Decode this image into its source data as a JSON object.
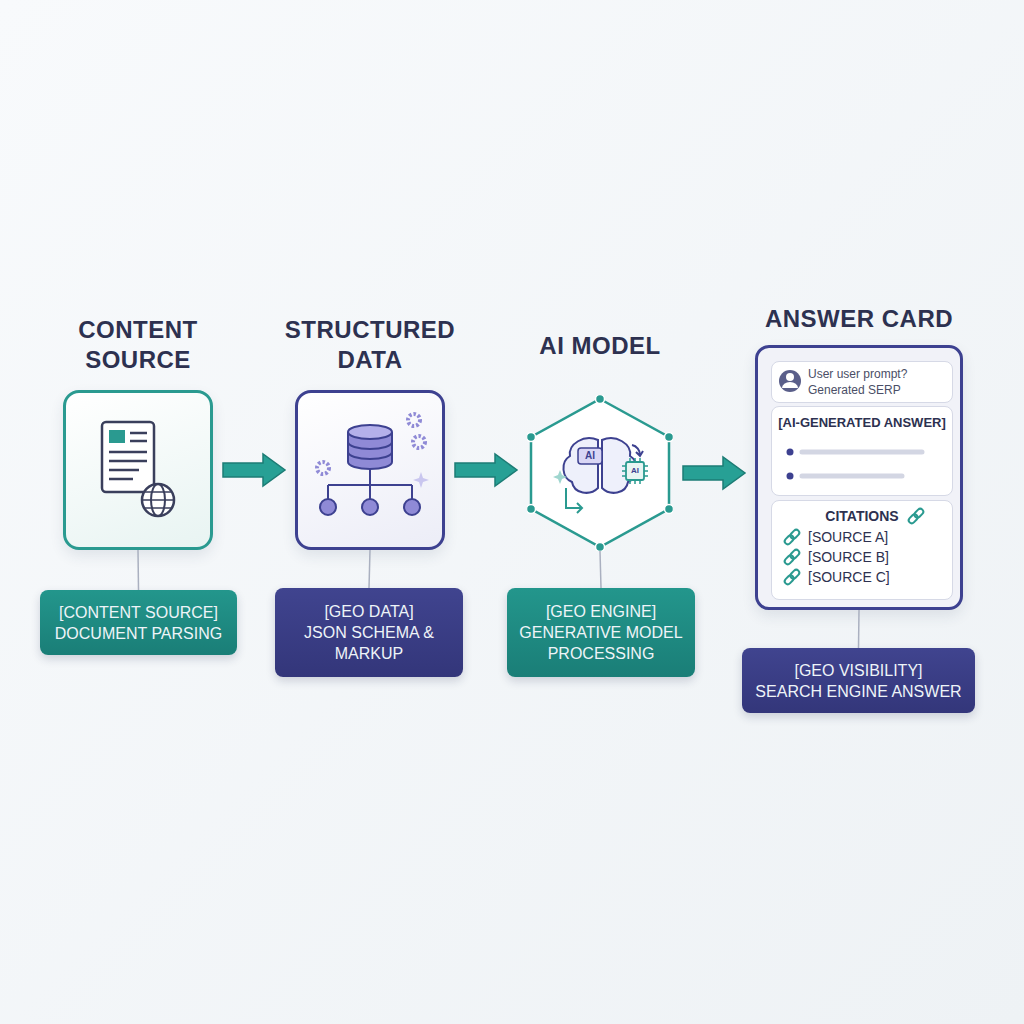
{
  "diagram": {
    "nodes": [
      {
        "text": [
          "CONTENT SOURCE"
        ]
      },
      {
        "text": [
          "STRUCTURED DATA"
        ]
      },
      {
        "text": [
          "AI MODEL"
        ]
      },
      {
        "text": [
          "ANSWER CARD"
        ]
      },
      {
        "text": [
          "User user prompt? Generated SERP"
        ],
        "in": 3
      },
      {
        "text": [
          "[AI-GENERATED ANSWER]"
        ],
        "in": 3
      },
      {
        "text": [
          "CITATIONS",
          "[SOURCE A]",
          "[SOURCE B]",
          "[SOURCE C]"
        ],
        "in": 3
      },
      {
        "text": [
          "[CONTENT SOURCE]",
          "DOCUMENT PARSING"
        ]
      },
      {
        "text": [
          "[GEO DATA]",
          "JSON SCHEMA & MARKUP"
        ]
      },
      {
        "text": [
          "[GEO ENGINE]",
          "GENERATIVE MODEL PROCESSING"
        ]
      },
      {
        "text": [
          "[GEO VISIBILITY]",
          "SEARCH ENGINE ANSWER"
        ]
      }
    ],
    "edges": [
      {
        "from": 0,
        "to": 1,
        "arrow": "to"
      },
      {
        "from": 1,
        "to": 2,
        "arrow": "to"
      },
      {
        "from": 2,
        "to": 3,
        "arrow": "to"
      },
      {
        "from": 0,
        "to": 7,
        "arrow": "none"
      },
      {
        "from": 1,
        "to": 8,
        "arrow": "none"
      },
      {
        "from": 2,
        "to": 9,
        "arrow": "none"
      },
      {
        "from": 3,
        "to": 10,
        "arrow": "none"
      }
    ],
    "labels": [
      "AI",
      "AI"
    ]
  }
}
